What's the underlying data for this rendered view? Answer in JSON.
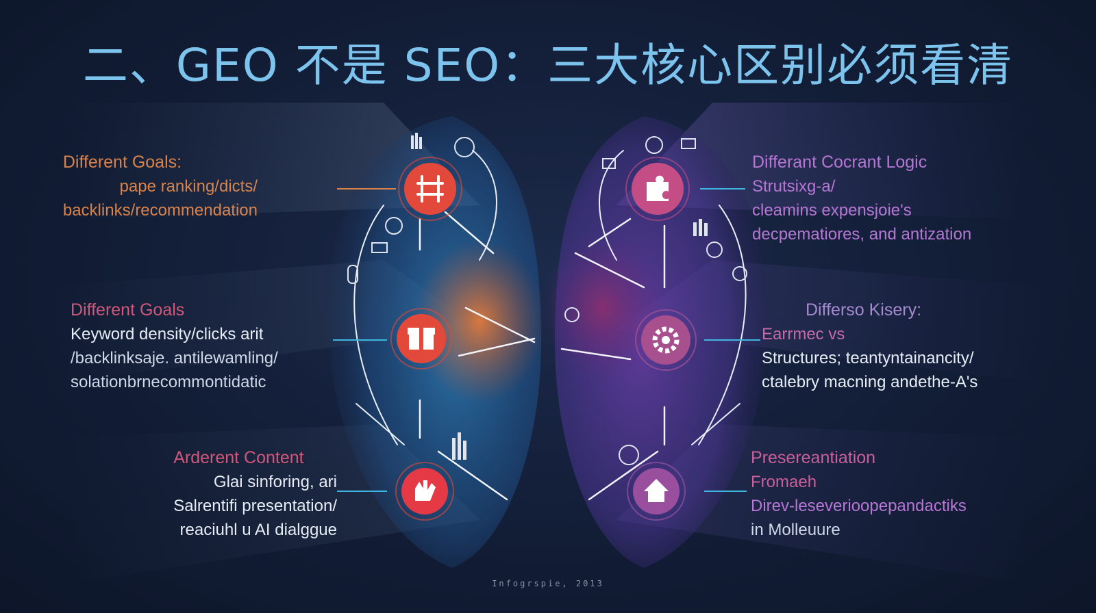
{
  "title": "二、GEO 不是 SEO：三大核心区别必须看清",
  "colors": {
    "title": "#7cc4ee",
    "orange": "#d9834c",
    "red": "#e2493a",
    "pink": "#d04f7e",
    "violet": "#b677d4",
    "white_text": "#e6edf6",
    "cyan_line": "#3fb6e0"
  },
  "left": {
    "block1": {
      "heading": "Different Goals:",
      "lines": [
        "pape ranking/dicts/",
        "backlinks/recommendation"
      ]
    },
    "block2": {
      "heading": "Different Goals",
      "lines": [
        "Keyword density/clicks arit",
        "/backlinksaje. antilewamling/",
        "solationbrnecommontidatic"
      ]
    },
    "block3": {
      "heading": "Arderent Content",
      "lines": [
        "Glai sinforing, ari",
        "Salrentifi presentation/",
        "reaciuhl u AI dialggue"
      ]
    }
  },
  "right": {
    "block1": {
      "heading": "Differant Cocrant Logic",
      "lines": [
        "Strutsixg-a/",
        "cleamins expensjoie's",
        "decpematiores, and antization"
      ]
    },
    "block2": {
      "heading": "Differso Kisery:",
      "lines": [
        "Earrmec vs",
        "Structures; teantyntainancity/",
        "ctalebry  macning andethe-A's"
      ]
    },
    "block3": {
      "heading": "Presereantiation",
      "lines": [
        "Fromaeh",
        "Direv-leseverioopepandactiks",
        "in Molleuure"
      ]
    }
  },
  "icons": {
    "left_top": "grid-network-icon",
    "left_mid": "gift-box-icon",
    "left_bottom": "hand-icon",
    "right_top": "puzzle-piece-icon",
    "right_mid": "gear-icon",
    "right_bottom": "house-icon"
  },
  "footer": "Infogrspie, 2013"
}
